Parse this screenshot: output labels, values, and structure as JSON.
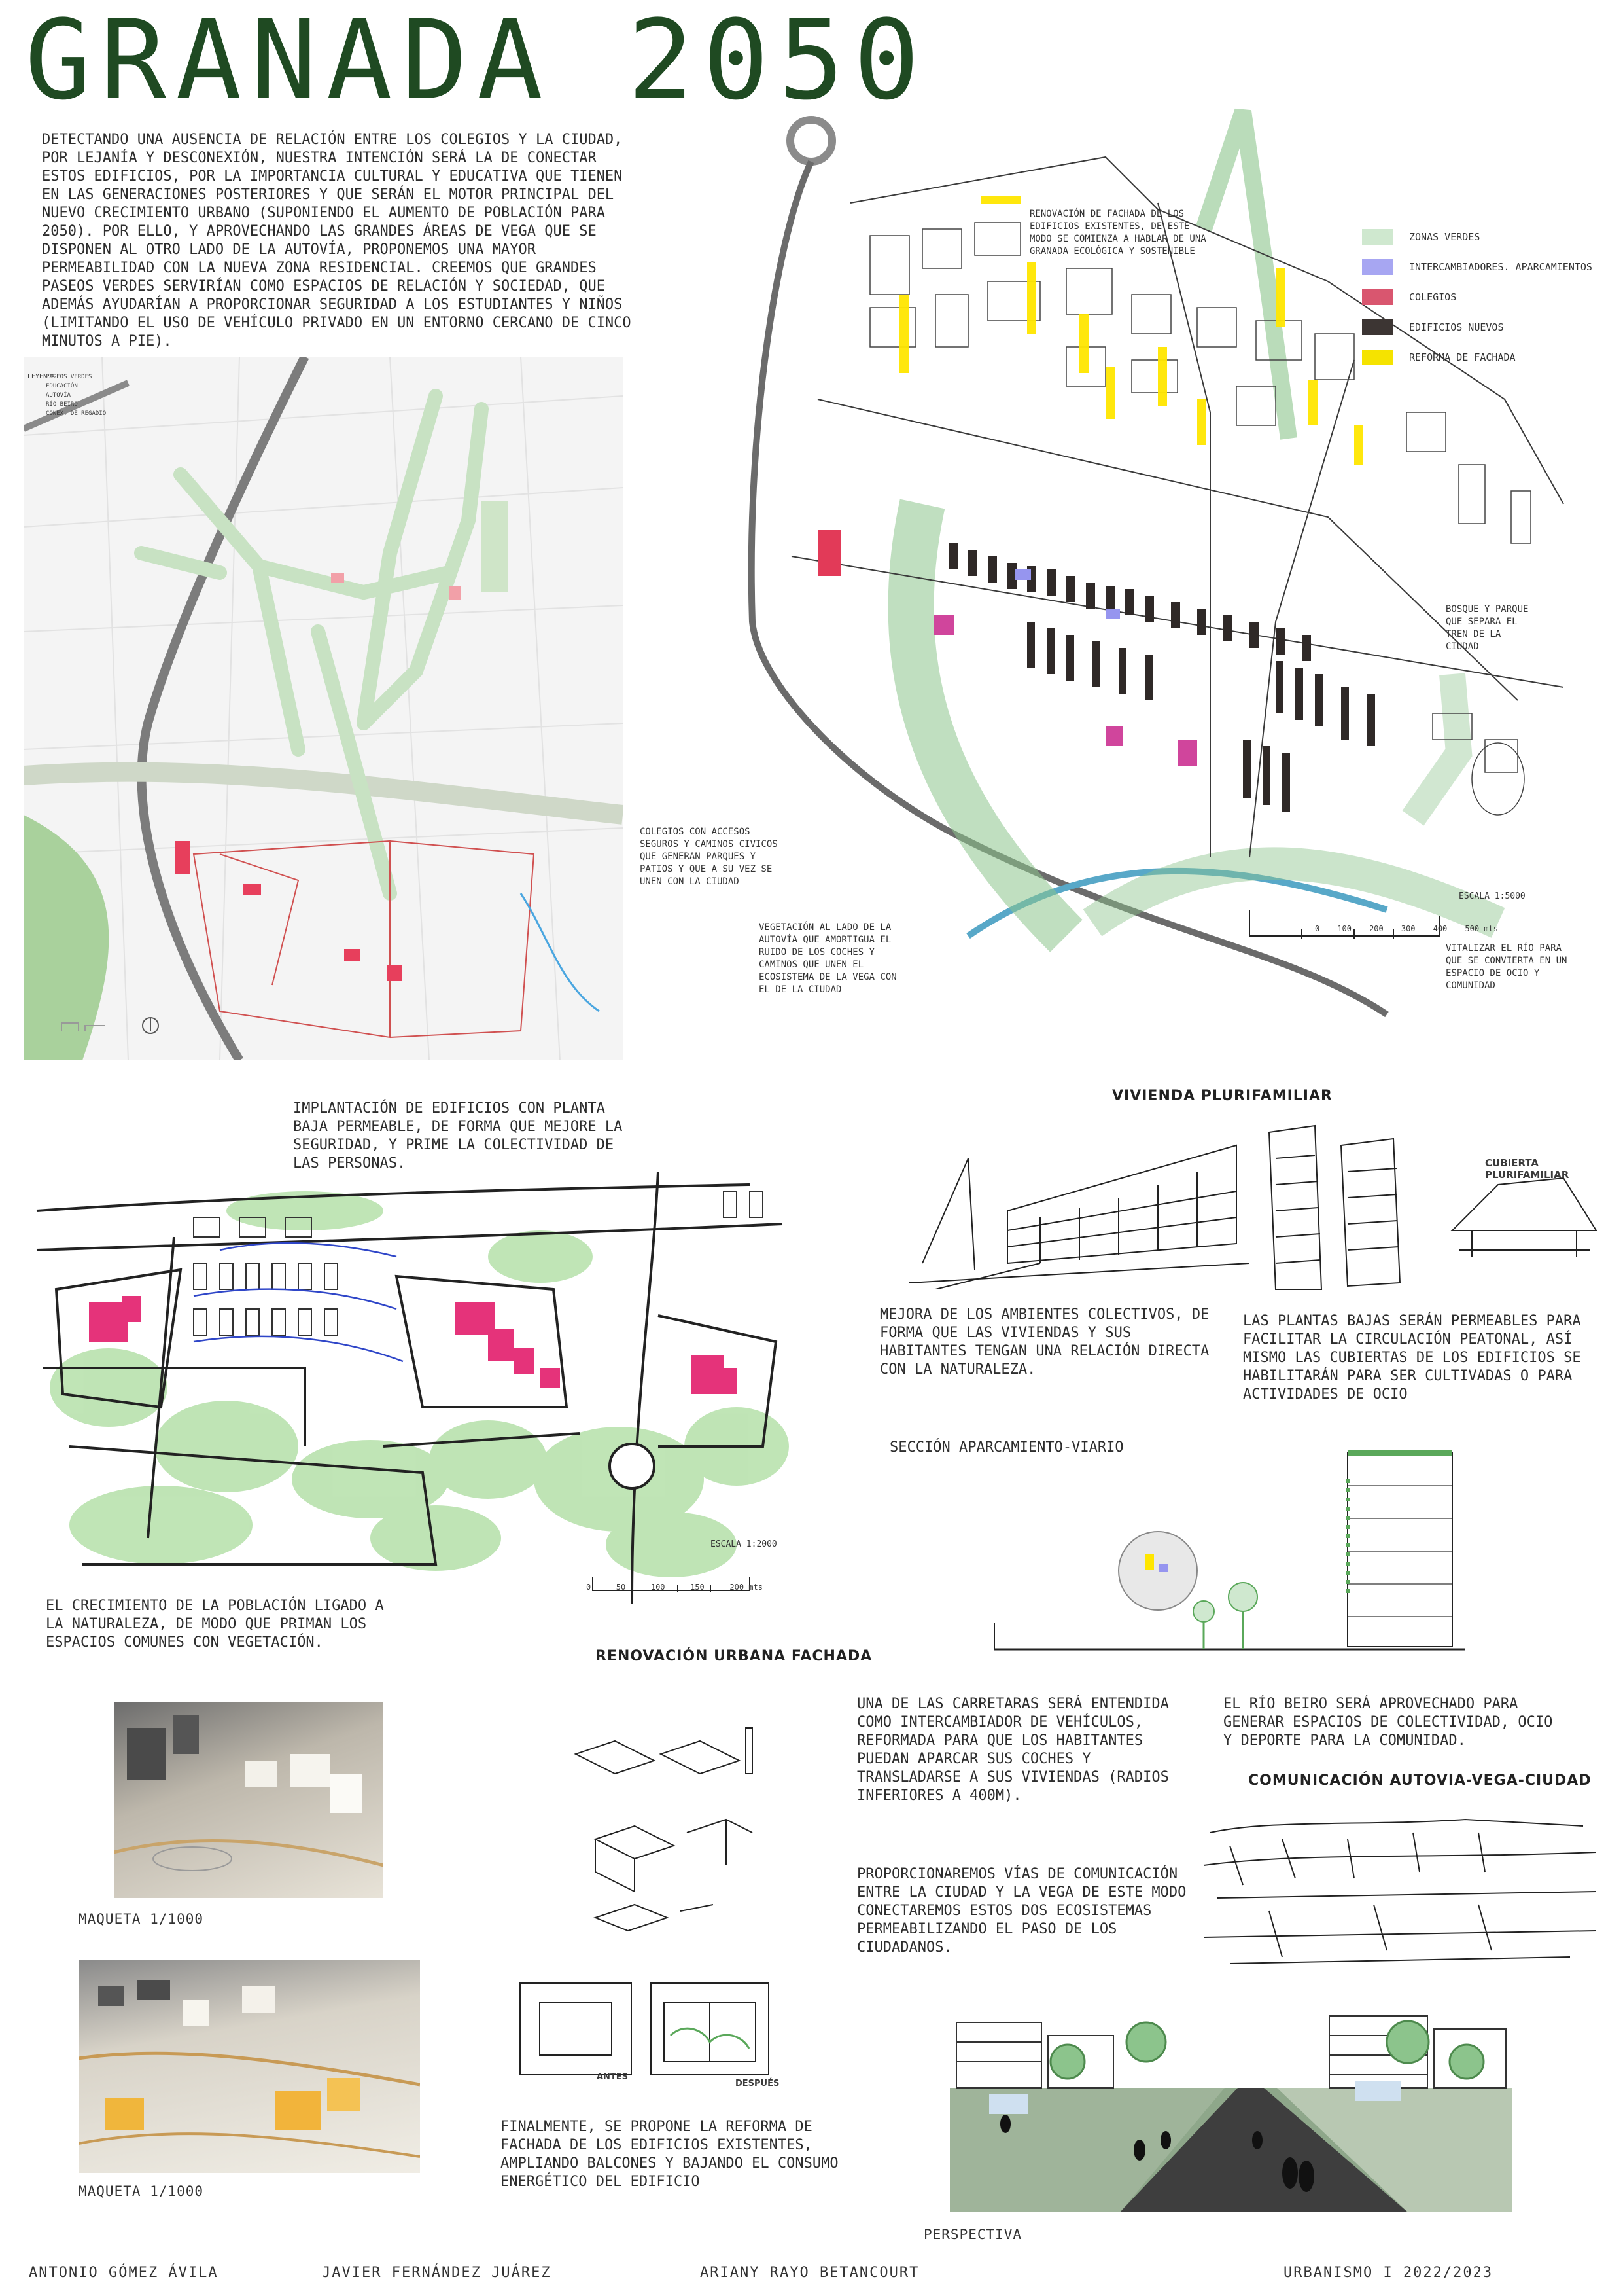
{
  "title": "GRANADA 2050",
  "intro": "DETECTANDO UNA AUSENCIA DE RELACIÓN ENTRE LOS COLEGIOS Y LA CIUDAD,\nPOR LEJANÍA Y DESCONEXIÓN, NUESTRA INTENCIÓN SERÁ LA DE CONECTAR\nESTOS EDIFICIOS, POR LA IMPORTANCIA CULTURAL Y EDUCATIVA QUE TIENEN\nEN LAS GENERACIONES POSTERIORES Y QUE SERÁN EL MOTOR PRINCIPAL DEL\nNUEVO CRECIMIENTO URBANO (SUPONIENDO EL AUMENTO DE POBLACIÓN PARA\n2050). POR ELLO, Y APROVECHANDO LAS GRANDES ÁREAS DE VEGA QUE SE\nDISPONEN AL OTRO LADO DE LA AUTOVÍA, PROPONEMOS UNA MAYOR\nPERMEABILIDAD CON LA NUEVA ZONA RESIDENCIAL. CREEMOS QUE GRANDES\nPASEOS VERDES SERVIRÍAN COMO ESPACIOS DE RELACIÓN Y SOCIEDAD, QUE\nADEMÁS AYUDARÍAN A PROPORCIONAR SEGURIDAD A LOS ESTUDIANTES Y NIÑOS\n(LIMITANDO EL USO DE VEHÍCULO PRIVADO EN UN ENTORNO CERCANO DE CINCO\nMINUTOS A PIE).",
  "left_map": {
    "legend_title": "LEYENDA",
    "legend_items": [
      "PASEOS VERDES",
      "EDUCACIÓN",
      "AUTOVÍA",
      "RÍO BEIRO",
      "CONEX. DE REGADÍO"
    ]
  },
  "master_map": {
    "legend": [
      {
        "label": "ZONAS VERDES",
        "color": "#cfe8cf"
      },
      {
        "label": "INTERCAMBIADORES. APARCAMIENTOS",
        "color": "#a7a6f2"
      },
      {
        "label": "COLEGIOS",
        "color": "#d9566f"
      },
      {
        "label": "EDIFICIOS NUEVOS",
        "color": "#3c3533"
      },
      {
        "label": "REFORMA DE FACHADA",
        "color": "#f5e300"
      }
    ],
    "note_facade": "RENOVACIÓN DE FACHADA DE LOS\nEDIFICIOS EXISTENTES, DE ESTE\nMODO SE COMIENZA A HABLAR DE UNA\nGRANADA ECOLÓGICA Y SOSTENIBLE",
    "note_park": "BOSQUE Y PARQUE\nQUE SEPARA EL\nTREN DE LA\nCIUDAD",
    "note_schools": "COLEGIOS CON ACCESOS\nSEGUROS Y CAMINOS CIVICOS\nQUE GENERAN PARQUES Y\nPATIOS Y QUE A SU VEZ SE\nUNEN CON LA CIUDAD",
    "note_vegetation": "VEGETACIÓN AL LADO DE LA\nAUTOVÍA QUE AMORTIGUA EL\nRUIDO DE LOS COCHES Y\nCAMINOS QUE UNEN EL\nECOSISTEMA DE LA VEGA CON\nEL DE LA CIUDAD",
    "note_river": "VITALIZAR EL RÍO PARA\nQUE SE CONVIERTA EN UN\nESPACIO DE OCIO Y\nCOMUNIDAD",
    "scale_label": "ESCALA 1:5000",
    "scale_ticks": [
      "0",
      "100",
      "200",
      "300",
      "400",
      "500 mts"
    ]
  },
  "middle": {
    "text_ground_floor": "IMPLANTACIÓN DE EDIFICIOS CON PLANTA\nBAJA PERMEABLE, DE FORMA QUE MEJORE LA\nSEGURIDAD, Y PRIME LA COLECTIVIDAD DE\nLAS PERSONAS.",
    "text_growth": "EL CRECIMIENTO DE LA POBLACIÓN LIGADO A\nLA NATURALEZA, DE MODO QUE PRIMAN LOS\nESPACIOS COMUNES CON VEGETACIÓN.",
    "scale_label": "ESCALA 1:2000",
    "scale_ticks": [
      "0",
      "50",
      "100",
      "150",
      "200 mts"
    ],
    "sketch_title_housing": "VIVIENDA PLURIFAMILIAR",
    "sketch_label_roof": "CUBIERTA PLURIFAMILIAR",
    "text_collective": "MEJORA DE LOS AMBIENTES COLECTIVOS, DE\nFORMA QUE LAS VIVIENDAS Y SUS\nHABITANTES TENGAN UNA RELACIÓN DIRECTA\nCON LA NATURALEZA.",
    "text_ground": "LAS PLANTAS BAJAS SERÁN PERMEABLES PARA\nFACILITAR LA CIRCULACIÓN PEATONAL, ASÍ\nMISMO LAS CUBIERTAS DE LOS EDIFICIOS SE\nHABILITARÁN PARA SER CULTIVADAS O PARA\nACTIVIDADES DE OCIO",
    "section_title": "SECCIÓN APARCAMIENTO-VIARIO"
  },
  "bottom": {
    "sketch_title_renewal": "RENOVACIÓN URBANA FACHADA",
    "caption_model_1": "MAQUETA 1/1000",
    "caption_model_2": "MAQUETA 1/1000",
    "text_road": "UNA DE LAS CARRETARAS SERÁ ENTENDIDA\nCOMO INTERCAMBIADOR DE VEHÍCULOS,\nREFORMADA PARA QUE LOS HABITANTES\nPUEDAN APARCAR SUS COCHES Y\nTRANSLADARSE A SUS VIVIENDAS (RADIOS\nINFERIORES A 400M).",
    "text_river": "EL RÍO BEIRO SERÁ APROVECHADO PARA\nGENERAR ESPACIOS DE COLECTIVIDAD, OCIO\nY DEPORTE PARA LA COMUNIDAD.",
    "sketch_title_connection": "COMUNICACIÓN AUTOVIA-VEGA-CIUDAD",
    "text_connection": "PROPORCIONAREMOS VÍAS DE COMUNICACIÓN\nENTRE LA CIUDAD Y LA VEGA DE ESTE MODO\nCONECTAREMOS ESTOS DOS ECOSISTEMAS\nPERMEABILIZANDO EL PASO DE LOS\nCIUDADANOS.",
    "text_final": "FINALMENTE, SE PROPONE LA REFORMA DE\nFACHADA DE LOS EDIFICIOS EXISTENTES,\nAMPLIANDO BALCONES Y BAJANDO EL CONSUMO\nENERGÉTICO DEL EDIFICIO",
    "label_before": "ANTES",
    "label_after": "DESPUÉS",
    "caption_perspective": "PERSPECTIVA"
  },
  "footer": {
    "author_1": "ANTONIO GÓMEZ ÁVILA",
    "author_2": "JAVIER FERNÁNDEZ JUÁREZ",
    "author_3": "ARIANY RAYO BETANCOURT",
    "course": "URBANISMO I 2022/2023"
  }
}
